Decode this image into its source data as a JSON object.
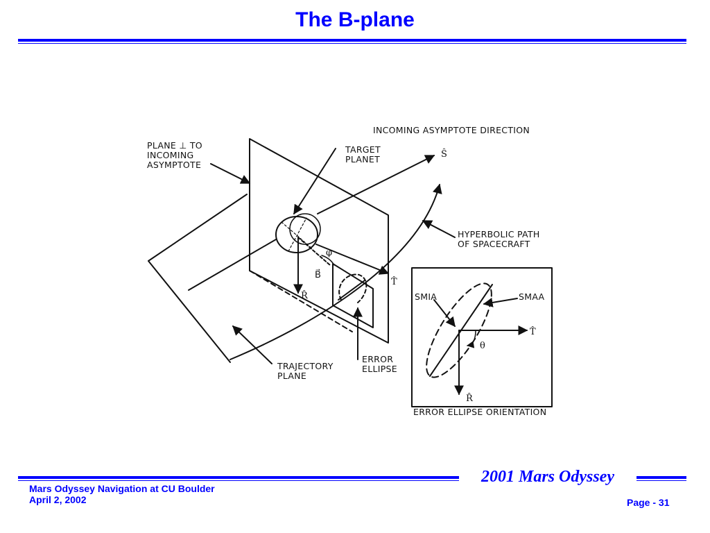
{
  "slide": {
    "title": "The B-plane",
    "footer_line1": "Mars Odyssey Navigation at CU Boulder",
    "footer_line2": "April 2, 2002",
    "brand": "2001 Mars Odyssey",
    "page": "Page - 31"
  },
  "diagram": {
    "labels": {
      "incoming_asymptote": "INCOMING ASYMPTOTE DIRECTION",
      "plane_line1": "PLANE ⊥ TO",
      "plane_line2": "INCOMING",
      "plane_line3": "ASYMPTOTE",
      "target_line1": "TARGET",
      "target_line2": "PLANET",
      "hyperbolic_line1": "HYPERBOLIC PATH",
      "hyperbolic_line2": "OF SPACECRAFT",
      "trajectory_line1": "TRAJECTORY",
      "trajectory_line2": "PLANE",
      "error_line1": "ERROR",
      "error_line2": "ELLIPSE",
      "smia": "SMIA",
      "smaa": "SMAA",
      "orientation": "ERROR ELLIPSE ORIENTATION",
      "s_hat": "Ŝ",
      "t_hat": "T̂",
      "r_hat": "R̂",
      "b_vec": "B⃗",
      "phi": "φ",
      "theta": "θ"
    }
  }
}
